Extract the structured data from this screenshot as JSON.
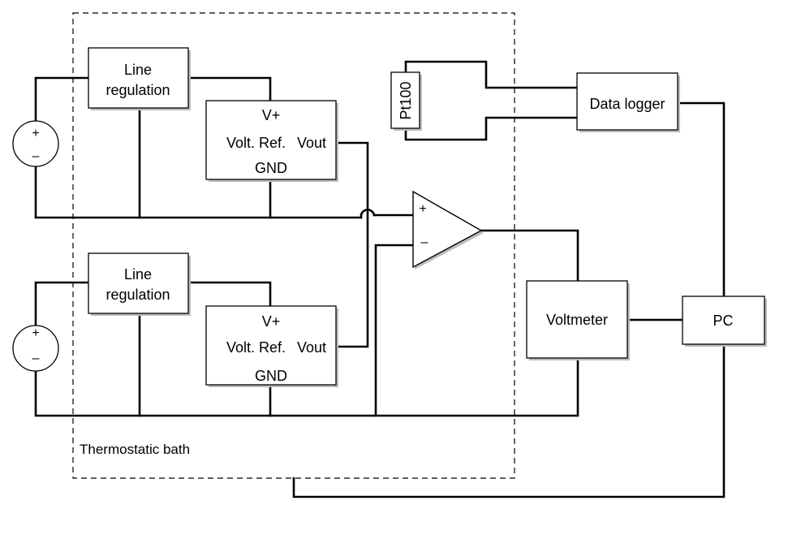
{
  "enclosure": {
    "label": "Thermostatic bath"
  },
  "line_regulation_top": {
    "line1": "Line",
    "line2": "regulation"
  },
  "line_regulation_bottom": {
    "line1": "Line",
    "line2": "regulation"
  },
  "volt_ref_top": {
    "vplus": "V+",
    "name": "Volt. Ref.",
    "vout": "Vout",
    "gnd": "GND"
  },
  "volt_ref_bottom": {
    "vplus": "V+",
    "name": "Volt. Ref.",
    "vout": "Vout",
    "gnd": "GND"
  },
  "source_top": {
    "plus": "+",
    "minus": "–"
  },
  "source_bottom": {
    "plus": "+",
    "minus": "–"
  },
  "opamp": {
    "plus": "+",
    "minus": "–"
  },
  "sensor": {
    "label": "Pt100"
  },
  "data_logger": {
    "label": "Data logger"
  },
  "voltmeter": {
    "label": "Voltmeter"
  },
  "pc": {
    "label": "PC"
  }
}
